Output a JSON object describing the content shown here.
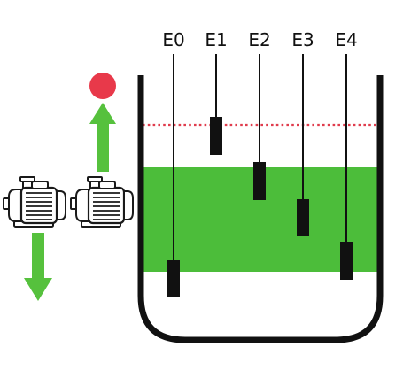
{
  "diagram": {
    "colors": {
      "liquid": "#4cbd3a",
      "arrow": "#56c13d",
      "indicator": "#e8394a",
      "threshold_line": "#e03c4d",
      "tank_outline": "#111111",
      "electrode": "#111111",
      "pump_outline": "#1a1a1a"
    },
    "electrodes": [
      {
        "label": "E0"
      },
      {
        "label": "E1"
      },
      {
        "label": "E2"
      },
      {
        "label": "E3"
      },
      {
        "label": "E4"
      }
    ],
    "icons": {
      "pumps": [
        "pump-icon",
        "pump-icon"
      ],
      "fill_arrow": "arrow-up-icon",
      "drain_arrow": "arrow-down-icon",
      "status": "red-indicator-dot"
    }
  }
}
